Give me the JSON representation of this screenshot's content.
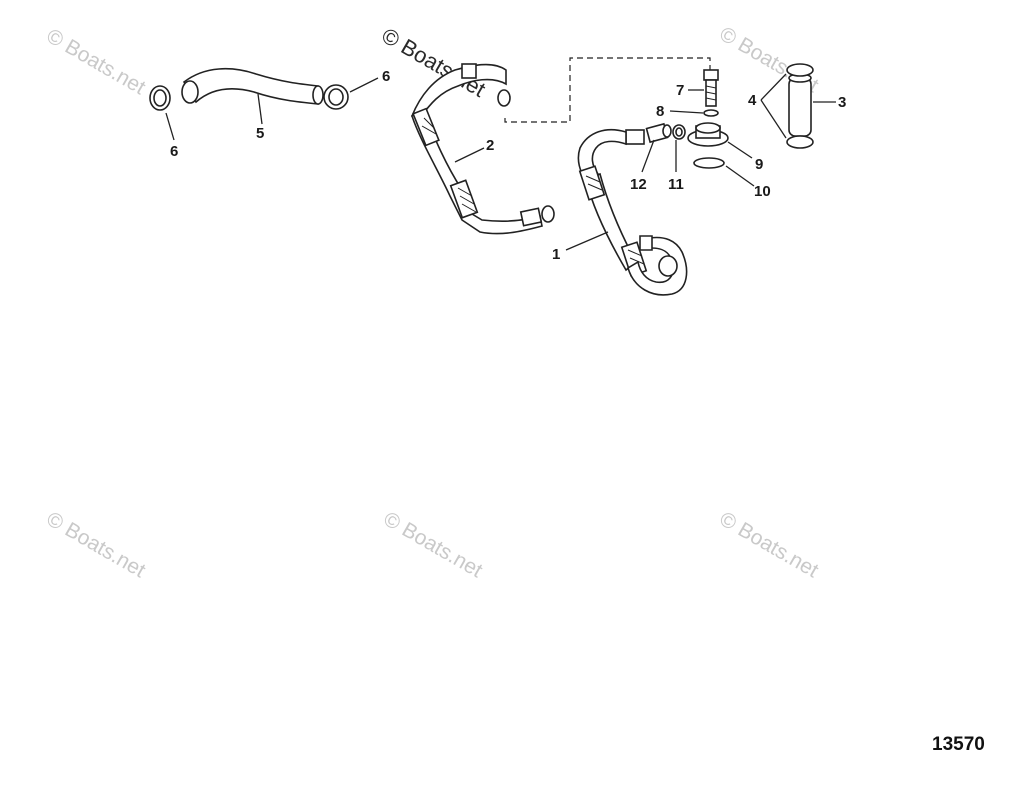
{
  "diagram": {
    "figure_number": "13570",
    "watermark": {
      "text": "© Boats.net"
    },
    "callouts": [
      {
        "id": "1",
        "label": "1"
      },
      {
        "id": "2",
        "label": "2"
      },
      {
        "id": "3",
        "label": "3"
      },
      {
        "id": "4",
        "label": "4"
      },
      {
        "id": "5",
        "label": "5"
      },
      {
        "id": "6a",
        "label": "6"
      },
      {
        "id": "6b",
        "label": "6"
      },
      {
        "id": "7",
        "label": "7"
      },
      {
        "id": "8",
        "label": "8"
      },
      {
        "id": "9",
        "label": "9"
      },
      {
        "id": "10",
        "label": "10"
      },
      {
        "id": "11",
        "label": "11"
      },
      {
        "id": "12",
        "label": "12"
      }
    ]
  }
}
